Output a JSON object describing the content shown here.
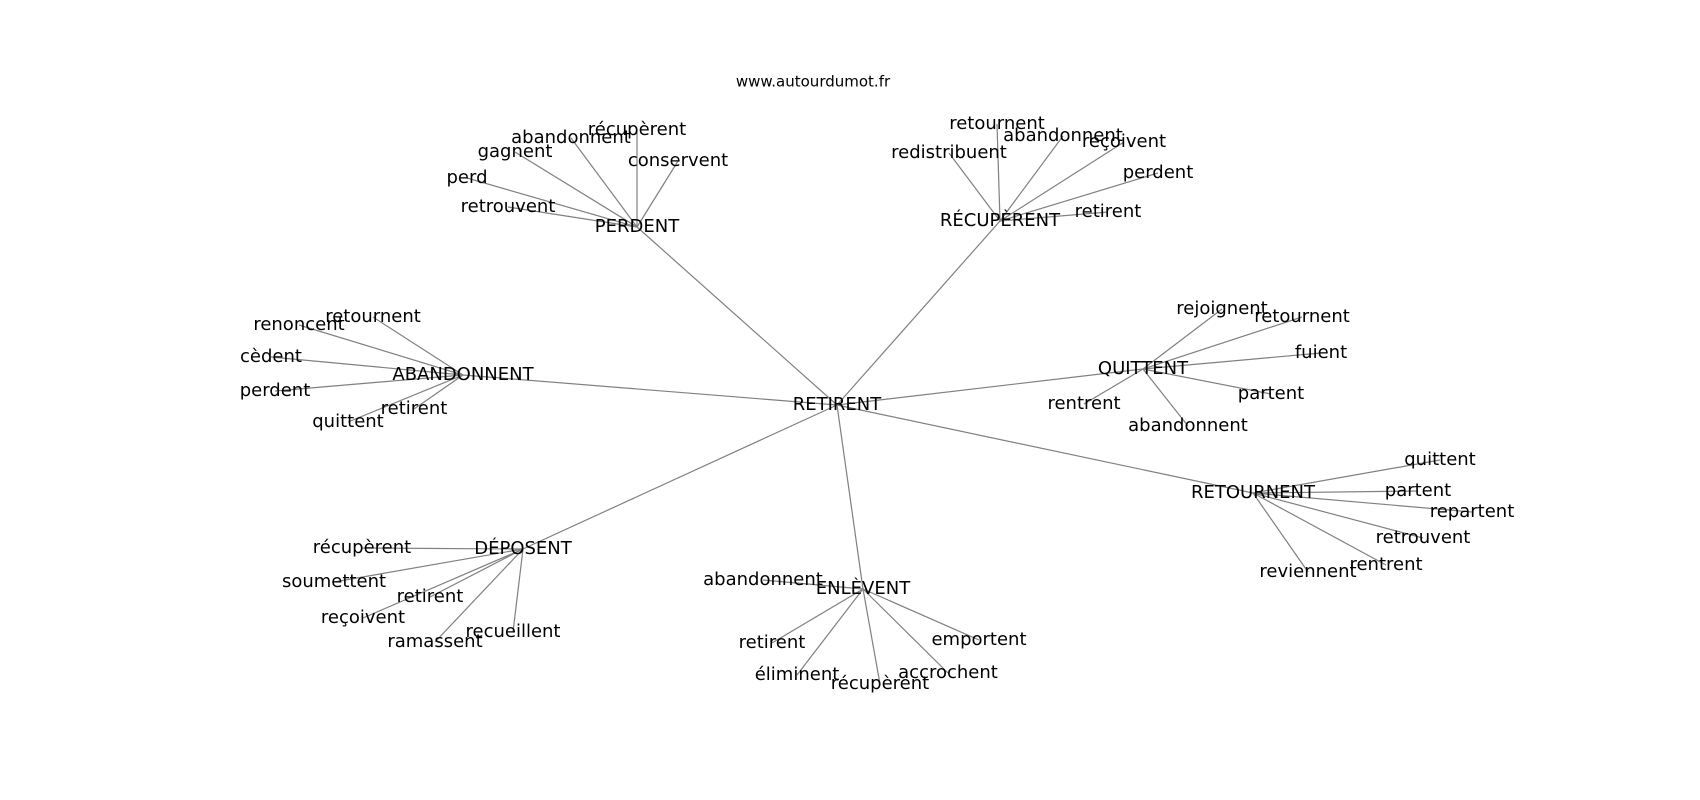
{
  "source": "www.autourdumot.fr",
  "colors": {
    "edge": "#808080",
    "text": "#000000",
    "background": "#ffffff"
  },
  "graph": {
    "center": "RETIRENT",
    "hubs": [
      {
        "id": "perdent",
        "label": "PERDENT",
        "leaves": [
          "récupèrent",
          "abandonnent",
          "gagnent",
          "conservent",
          "perd",
          "retrouvent"
        ]
      },
      {
        "id": "recuperent",
        "label": "RÉCUPÈRENT",
        "leaves": [
          "retournent",
          "abandonnent",
          "reçoivent",
          "redistribuent",
          "perdent",
          "retirent"
        ]
      },
      {
        "id": "abandonnent",
        "label": "ABANDONNENT",
        "leaves": [
          "retournent",
          "renoncent",
          "cèdent",
          "perdent",
          "retirent",
          "quittent"
        ]
      },
      {
        "id": "quittent",
        "label": "QUITTENT",
        "leaves": [
          "rejoignent",
          "retournent",
          "fuient",
          "partent",
          "rentrent",
          "abandonnent"
        ]
      },
      {
        "id": "retournent",
        "label": "RETOURNENT",
        "leaves": [
          "quittent",
          "partent",
          "repartent",
          "retrouvent",
          "rentrent",
          "reviennent"
        ]
      },
      {
        "id": "deposent",
        "label": "DÉPOSENT",
        "leaves": [
          "récupèrent",
          "soumettent",
          "retirent",
          "reçoivent",
          "recueillent",
          "ramassent"
        ]
      },
      {
        "id": "enlevent",
        "label": "ENLÈVENT",
        "leaves": [
          "abandonnent",
          "emportent",
          "retirent",
          "accrochent",
          "éliminent",
          "récupèrent"
        ]
      }
    ]
  }
}
